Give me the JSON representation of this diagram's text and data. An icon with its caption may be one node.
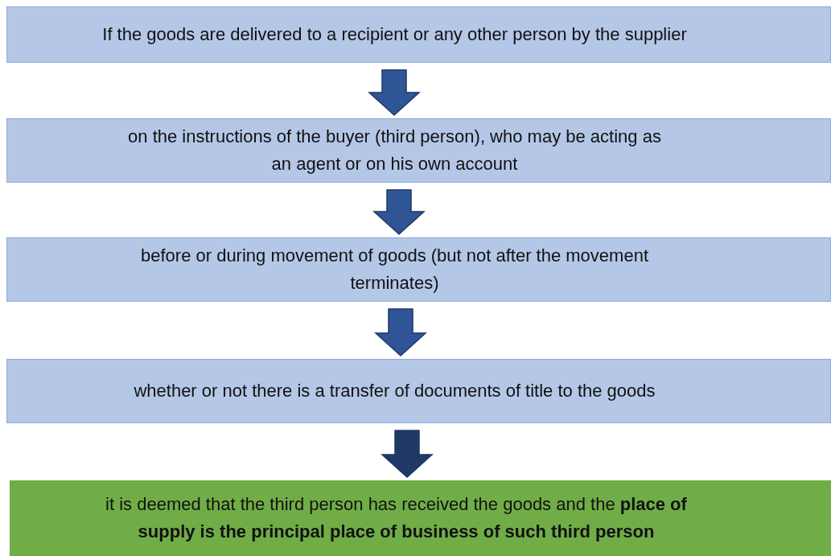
{
  "diagram": {
    "nodes": [
      {
        "text": [
          "If the goods are delivered to a recipient or any other person by the supplier"
        ]
      },
      {
        "text": [
          "on the instructions of the buyer (third person), who may be acting as an agent or on his own account"
        ]
      },
      {
        "text": [
          "before or during movement of goods (but not after the movement terminates)"
        ]
      },
      {
        "text": [
          "whether or not there is a transfer of documents of title to the goods"
        ]
      },
      {
        "text": [
          "it is deemed that the third person has received the goods and the **place of supply is the principal place of business of such third person**"
        ]
      }
    ],
    "edges": [
      {
        "from": 0,
        "to": 1,
        "arrow": "to"
      },
      {
        "from": 1,
        "to": 2,
        "arrow": "to"
      },
      {
        "from": 2,
        "to": 3,
        "arrow": "to"
      },
      {
        "from": 3,
        "to": 4,
        "arrow": "to",
        "color": "#1f3864"
      }
    ]
  }
}
